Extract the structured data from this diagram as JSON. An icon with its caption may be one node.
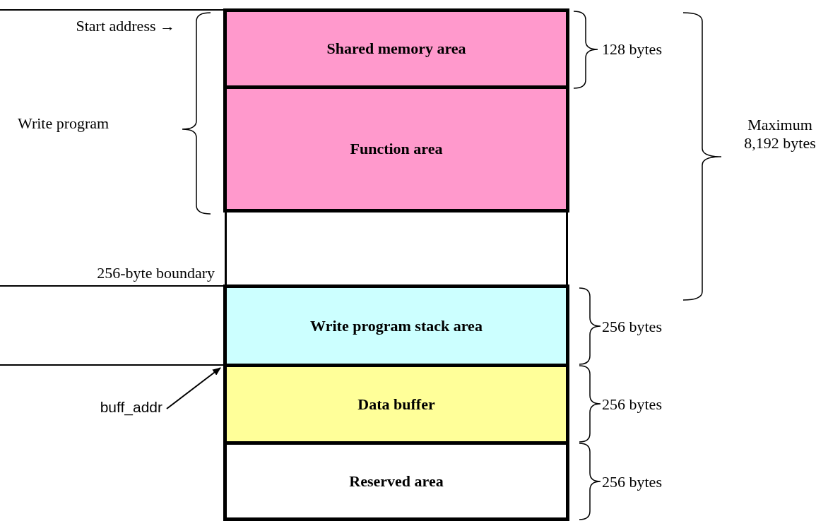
{
  "diagram": {
    "nodes": [
      {
        "text": [
          "Shared memory area"
        ]
      },
      {
        "text": [
          "Function area"
        ]
      },
      {
        "text": [],
        "shape": "box"
      },
      {
        "text": [
          "Write program stack area"
        ]
      },
      {
        "text": [
          "Data buffer"
        ]
      },
      {
        "text": [
          "Reserved area"
        ]
      },
      {
        "text": [
          "buff_addr"
        ]
      }
    ],
    "edges": [
      {
        "from": 6,
        "to": 4,
        "arrow": "to"
      }
    ],
    "labels": [
      "Start address →",
      "Write program",
      "256-byte boundary",
      "128 bytes",
      "Maximum 8,192 bytes",
      "256 bytes",
      "256 bytes",
      "256 bytes"
    ]
  }
}
